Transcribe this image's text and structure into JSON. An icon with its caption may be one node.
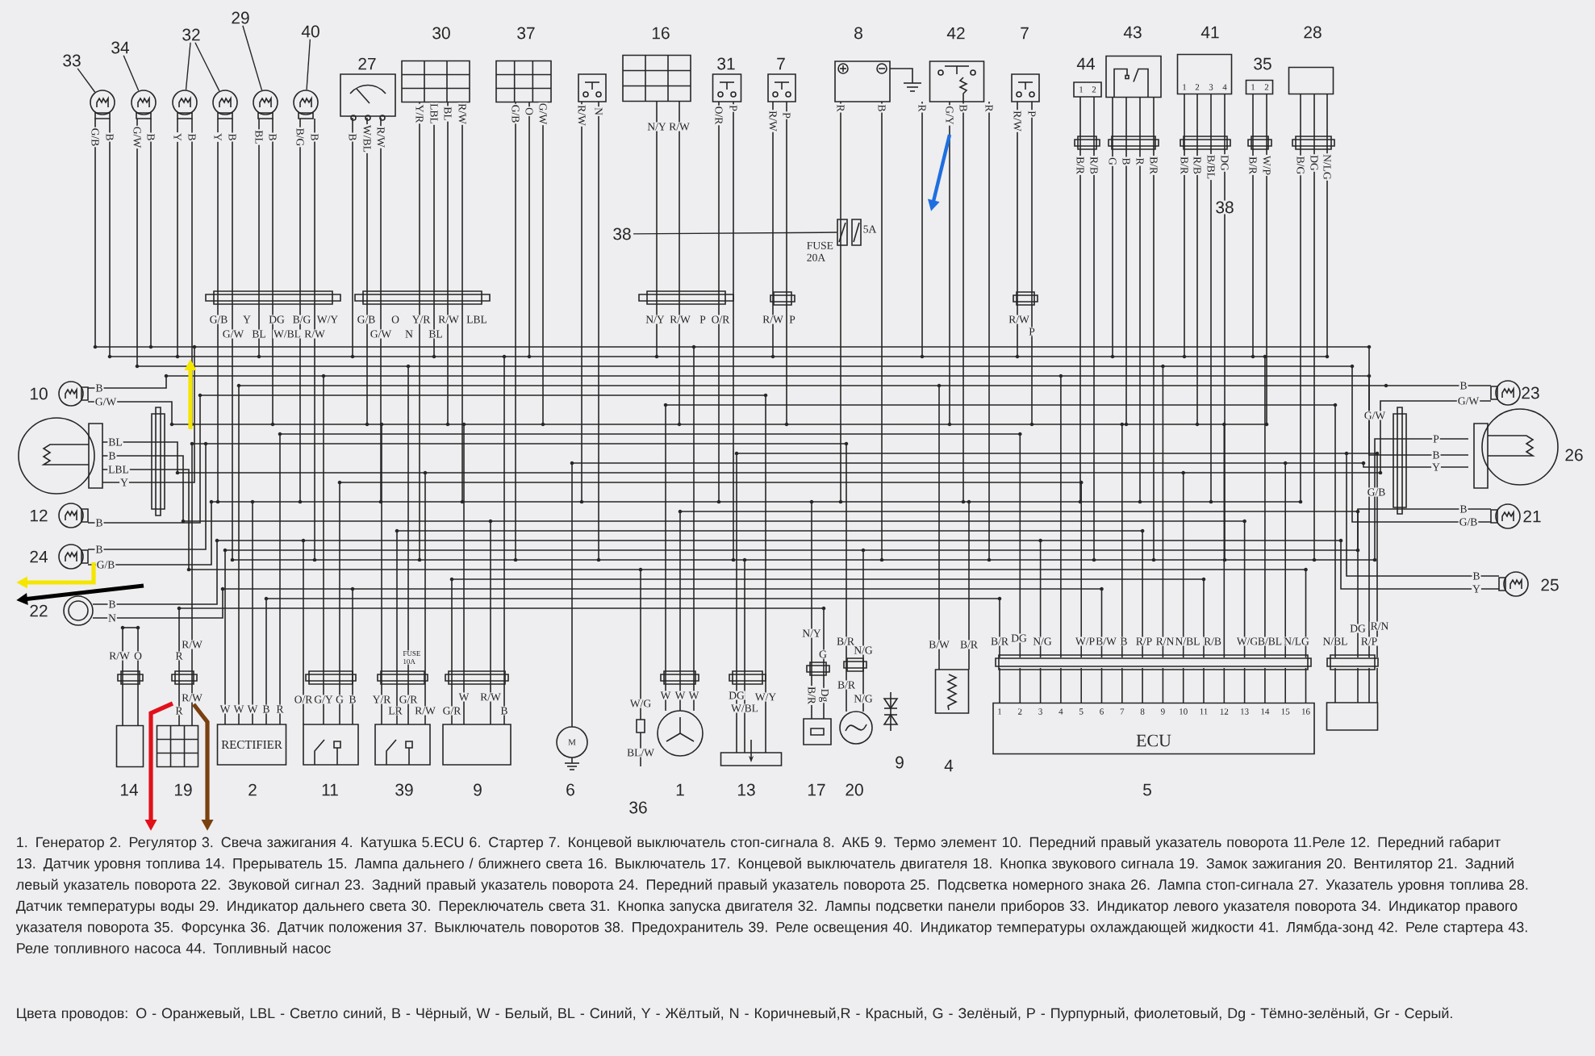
{
  "diagram": {
    "nodes": [
      {
        "text": [
          "33"
        ]
      },
      {
        "text": [
          "34"
        ]
      },
      {
        "text": [
          "32"
        ]
      },
      {
        "text": [
          "29"
        ]
      },
      {
        "text": [
          "40"
        ]
      },
      {
        "text": [],
        "shape": "circle"
      },
      {
        "text": [],
        "shape": "circle"
      },
      {
        "text": [],
        "shape": "circle"
      },
      {
        "text": [],
        "shape": "circle"
      },
      {
        "text": [],
        "shape": "circle"
      },
      {
        "text": [],
        "shape": "circle"
      },
      {
        "text": [],
        "shape": "box",
        "beside": [
          "27"
        ]
      },
      {
        "text": [],
        "shape": "box",
        "beside": [
          "30"
        ]
      },
      {
        "text": [],
        "shape": "box",
        "beside": [
          "37"
        ]
      },
      {
        "text": [],
        "shape": "box"
      },
      {
        "text": [],
        "shape": "box",
        "beside": [
          "16"
        ]
      },
      {
        "text": [],
        "shape": "box",
        "beside": [
          "31"
        ]
      },
      {
        "text": [],
        "shape": "box",
        "beside": [
          "7"
        ]
      },
      {
        "text": [],
        "shape": "box",
        "beside": [
          "8"
        ]
      },
      {
        "text": [],
        "shape": "box",
        "beside": [
          "42"
        ]
      },
      {
        "text": [],
        "shape": "box",
        "beside": [
          "7"
        ]
      },
      {
        "text": [
          "1",
          "2"
        ],
        "beside": [
          "44"
        ]
      },
      {
        "text": [],
        "shape": "box",
        "beside": [
          "43"
        ]
      },
      {
        "text": [
          "1",
          "2",
          "3",
          "4"
        ],
        "beside": [
          "41"
        ]
      },
      {
        "text": [
          "1",
          "2"
        ],
        "beside": [
          "35"
        ]
      },
      {
        "text": [],
        "shape": "box",
        "beside": [
          "28"
        ]
      },
      {
        "text": [
          "38"
        ]
      },
      {
        "text": [],
        "shape": "box",
        "beside": [
          "5A",
          "FUSE 20A"
        ]
      },
      {
        "text": [],
        "shape": "circle",
        "beside": [
          "10"
        ]
      },
      {
        "text": [],
        "shape": "circle"
      },
      {
        "text": [],
        "shape": "circle",
        "beside": [
          "12"
        ]
      },
      {
        "text": [],
        "shape": "circle",
        "beside": [
          "24"
        ]
      },
      {
        "text": [],
        "shape": "circle",
        "beside": [
          "22"
        ]
      },
      {
        "text": [],
        "shape": "circle",
        "beside": [
          "23"
        ]
      },
      {
        "text": [],
        "shape": "circle",
        "beside": [
          "26"
        ]
      },
      {
        "text": [],
        "shape": "circle",
        "beside": [
          "21"
        ]
      },
      {
        "text": [],
        "shape": "circle",
        "beside": [
          "25"
        ]
      },
      {
        "text": [],
        "shape": "box",
        "beside": [
          "14"
        ]
      },
      {
        "text": [],
        "shape": "box",
        "beside": [
          "19"
        ]
      },
      {
        "text": [
          "RECTIFIER"
        ],
        "beside": [
          "2"
        ]
      },
      {
        "text": [],
        "shape": "box",
        "beside": [
          "11"
        ]
      },
      {
        "text": [],
        "shape": "box",
        "beside": [
          "39"
        ]
      },
      {
        "text": [],
        "shape": "box",
        "beside": [
          "9"
        ]
      },
      {
        "text": [
          "M"
        ],
        "beside": [
          "6"
        ]
      },
      {
        "text": [],
        "shape": "box"
      },
      {
        "text": [],
        "shape": "circle",
        "beside": [
          "1"
        ]
      },
      {
        "text": [],
        "shape": "box",
        "beside": [
          "13"
        ]
      },
      {
        "text": [],
        "shape": "box",
        "beside": [
          "17"
        ]
      },
      {
        "text": [],
        "shape": "circle",
        "beside": [
          "20"
        ]
      },
      {
        "text": [],
        "shape": "diode",
        "beside": [
          "9"
        ]
      },
      {
        "text": [],
        "shape": "box",
        "beside": [
          "4"
        ]
      },
      {
        "text": [
          "ECU",
          "1",
          "2",
          "3",
          "4",
          "5",
          "6",
          "7",
          "8",
          "9",
          "10",
          "11",
          "12",
          "13",
          "14",
          "15",
          "16"
        ],
        "beside": [
          "5"
        ]
      },
      {
        "text": [],
        "shape": "box"
      }
    ],
    "edges": [
      {
        "from": 0,
        "to": 5,
        "arrow": "none"
      },
      {
        "from": 1,
        "to": 6,
        "arrow": "none"
      },
      {
        "from": 2,
        "to": 7,
        "arrow": "none"
      },
      {
        "from": 2,
        "to": 8,
        "arrow": "none"
      },
      {
        "from": 3,
        "to": 9,
        "arrow": "none"
      },
      {
        "from": 4,
        "to": 10,
        "arrow": "none"
      },
      {
        "from": 26,
        "to": 27,
        "arrow": "none"
      }
    ],
    "labels": [
      "G/B",
      "B",
      "G/W",
      "B",
      "Y",
      "B",
      "Y",
      "B",
      "BL",
      "B",
      "B/G",
      "B",
      "B",
      "W/BL",
      "R/W",
      "Y/R",
      "LBL",
      "BL",
      "R/W",
      "G/B",
      "O",
      "G/W",
      "R/W",
      "N",
      "N/Y",
      "R/W",
      "O/R",
      "P",
      "R/W",
      "P",
      "R",
      "B",
      "R",
      "G/Y",
      "B",
      "R",
      "R/W",
      "P",
      "B/R",
      "R/B",
      "G",
      "B",
      "R",
      "B/R",
      "B/R",
      "R/B",
      "B/BL",
      "DG",
      "B/R",
      "W/P",
      "B/G",
      "DG",
      "N/LG",
      "38",
      "G/B",
      "Y",
      "DG",
      "B/G",
      "W/Y",
      "G/W",
      "BL",
      "W/BL",
      "R/W",
      "G/B",
      "O",
      "Y/R",
      "R/W",
      "LBL",
      "G/W",
      "N",
      "BL",
      "N/Y",
      "R/W",
      "P",
      "O/R",
      "R/W",
      "P",
      "R/W",
      "P",
      "B",
      "G/W",
      "BL",
      "B",
      "LBL",
      "Y",
      "B",
      "B",
      "G/B",
      "B",
      "N",
      "B",
      "G/W",
      "G/W",
      "P",
      "B",
      "Y",
      "G/B",
      "B",
      "G/B",
      "B",
      "Y",
      "N/Y",
      "G",
      "B/R",
      "N/G",
      "B/W",
      "B/R",
      "B/R",
      "DG",
      "N/G",
      "W/P",
      "B/W",
      "B",
      "R/P",
      "R/N",
      "N/BL",
      "R/B",
      "W/G",
      "B/BL",
      "N/LG",
      "N/BL",
      "DG",
      "R/N",
      "R/P",
      "R/W",
      "O",
      "R/W",
      "R",
      "R/W",
      "R",
      "W",
      "W",
      "W",
      "B",
      "R",
      "O/R",
      "G/Y",
      "G",
      "B",
      "Y/R",
      "G/R",
      "LR",
      "R/W",
      "FUSE 10A",
      "G/R",
      "W",
      "R/W",
      "B",
      "W/G",
      "BL/W",
      "W",
      "W",
      "W",
      "DG",
      "W/Y",
      "W/BL",
      "B/R",
      "Dg",
      "B/R",
      "N/G",
      "1. Генератор 2. Регулятор 3. Свеча зажигания 4. Катушка 5.ECU 6. Стартер 7. Концевой выключатель стоп-сигнала 8. АКБ 9. Термо элемент 10. Передний правый указатель поворота 11.Реле 12. Передний габарит 13. Датчик уровня топлива 14. Прерыватель 15. Лампа дальнего / ближнего света 16. Выключатель 17. Концевой выключатель двигателя 18. Кнопка звукового сигнала 19. Замок зажигания 20. Вентилятор 21. Задний левый указатель поворота 22. Звуковой сигнал 23. Задний правый указатель поворота 24. Передний правый указатель поворота 25. Подсветка номерного знака 26. Лампа стоп-сигнала 27. Указатель уровня топлива 28. Датчик температуры воды 29. Индикатор дальнего света 30. Переключатель света 31. Кнопка запуска двигателя 32. Лампы подсветки панели приборов 33. Индикатор левого указателя поворота 34. Индикатор правого указателя поворота 35. Форсунка 36. Датчик положения 37. Выключатель поворотов 38. Предохранитель 39. Реле освещения 40. Индикатор температуры охлаждающей жидкости 41. Лямбда-зонд 42. Реле стартера 43. Реле топливного насоса 44. Топливный насос",
      "Цвета проводов: O - Оранжевый, LBL - Светло синий, B - Чёрный, W - Белый, BL - Синий, Y - Жёлтый, N - Коричневый,R - Красный, G - Зелёный, P - Пурпурный, фиолетовый, Dg - Тёмно-зелёный, Gr - Серый.",
      "36"
    ]
  }
}
